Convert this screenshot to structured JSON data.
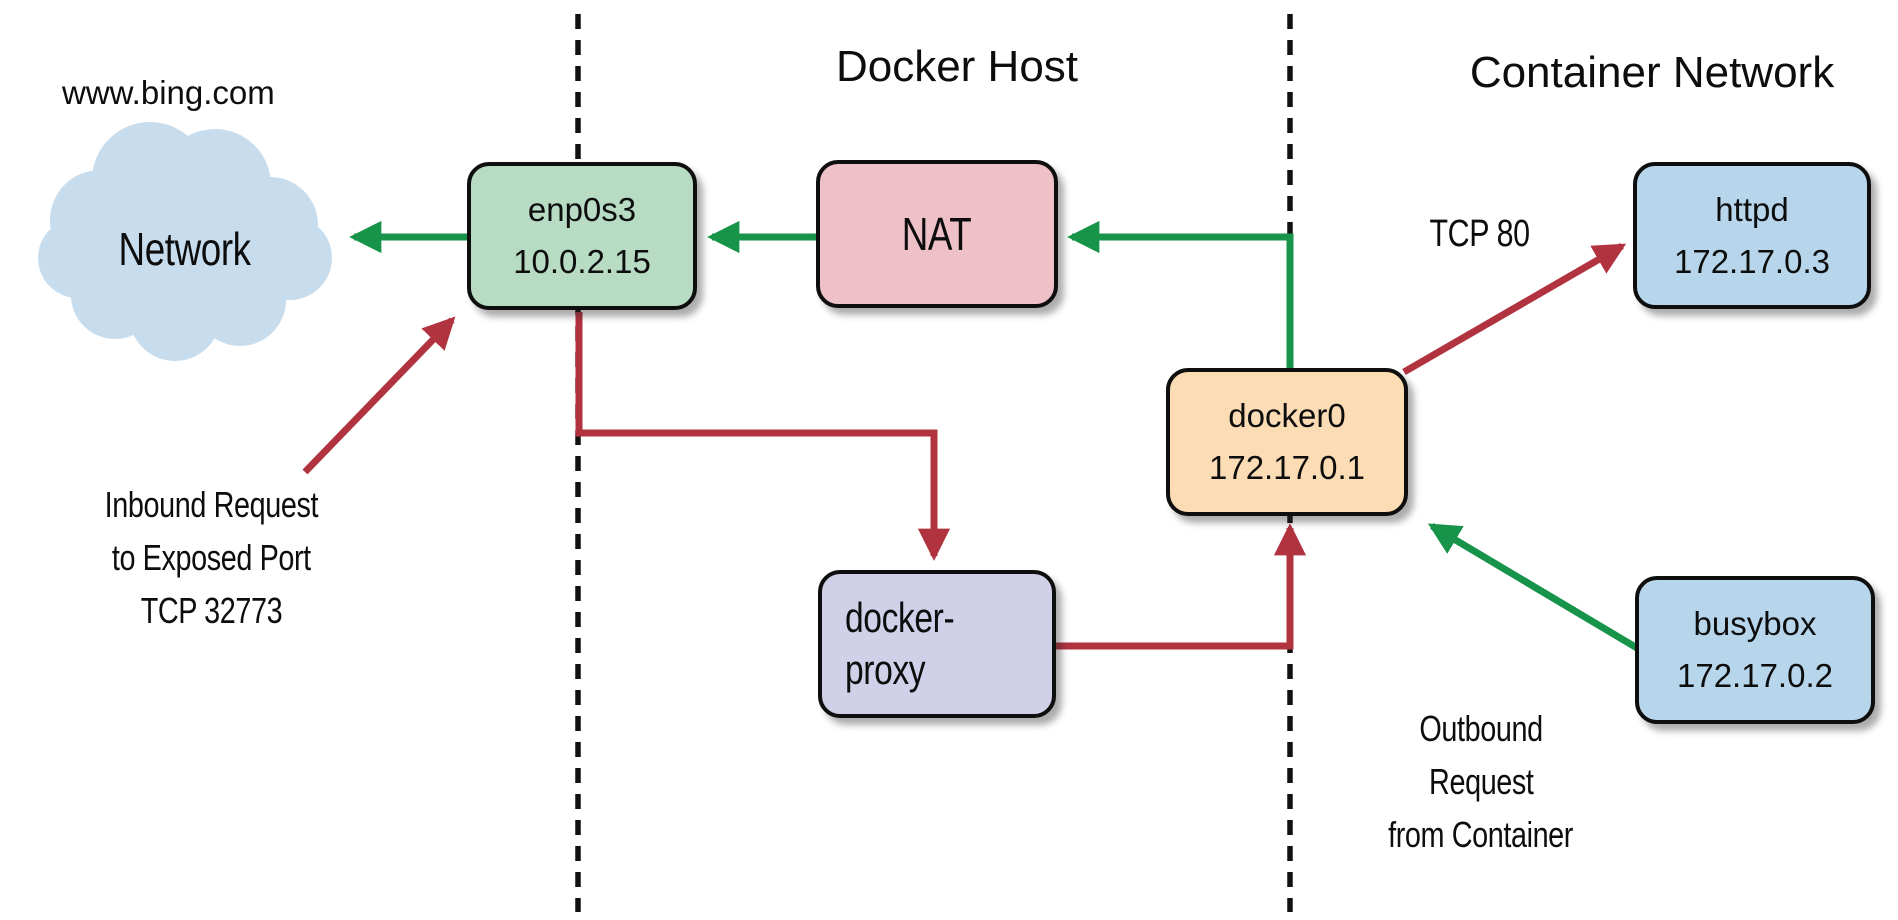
{
  "diagram": {
    "titles": {
      "docker_host": "Docker Host",
      "container_network": "Container Network"
    },
    "external_url": "www.bing.com",
    "cloud": {
      "label": "Network",
      "fill": "#c7ddee"
    },
    "nodes": {
      "enp0s3": {
        "name": "enp0s3",
        "ip": "10.0.2.15",
        "fill": "#b7dbc3"
      },
      "nat": {
        "name": "NAT",
        "fill": "#edc1c7"
      },
      "docker0": {
        "name": "docker0",
        "ip": "172.17.0.1",
        "fill": "#fbdcb4"
      },
      "httpd": {
        "name": "httpd",
        "ip": "172.17.0.3",
        "fill": "#b7d6ec"
      },
      "busybox": {
        "name": "busybox",
        "ip": "172.17.0.2",
        "fill": "#b7d6ec"
      },
      "docker_proxy": {
        "name": "docker-proxy",
        "fill": "#d0d0e9"
      }
    },
    "annotations": {
      "tcp80": "TCP 80",
      "inbound_line1": "Inbound Request",
      "inbound_line2": "to Exposed Port",
      "inbound_line3": "TCP 32773",
      "outbound_line1": "Outbound",
      "outbound_line2": "Request",
      "outbound_line3": "from Container"
    },
    "arrow_colors": {
      "outbound_green": "#17944a",
      "inbound_red": "#b1333f"
    },
    "boundary_color": "#111111"
  }
}
